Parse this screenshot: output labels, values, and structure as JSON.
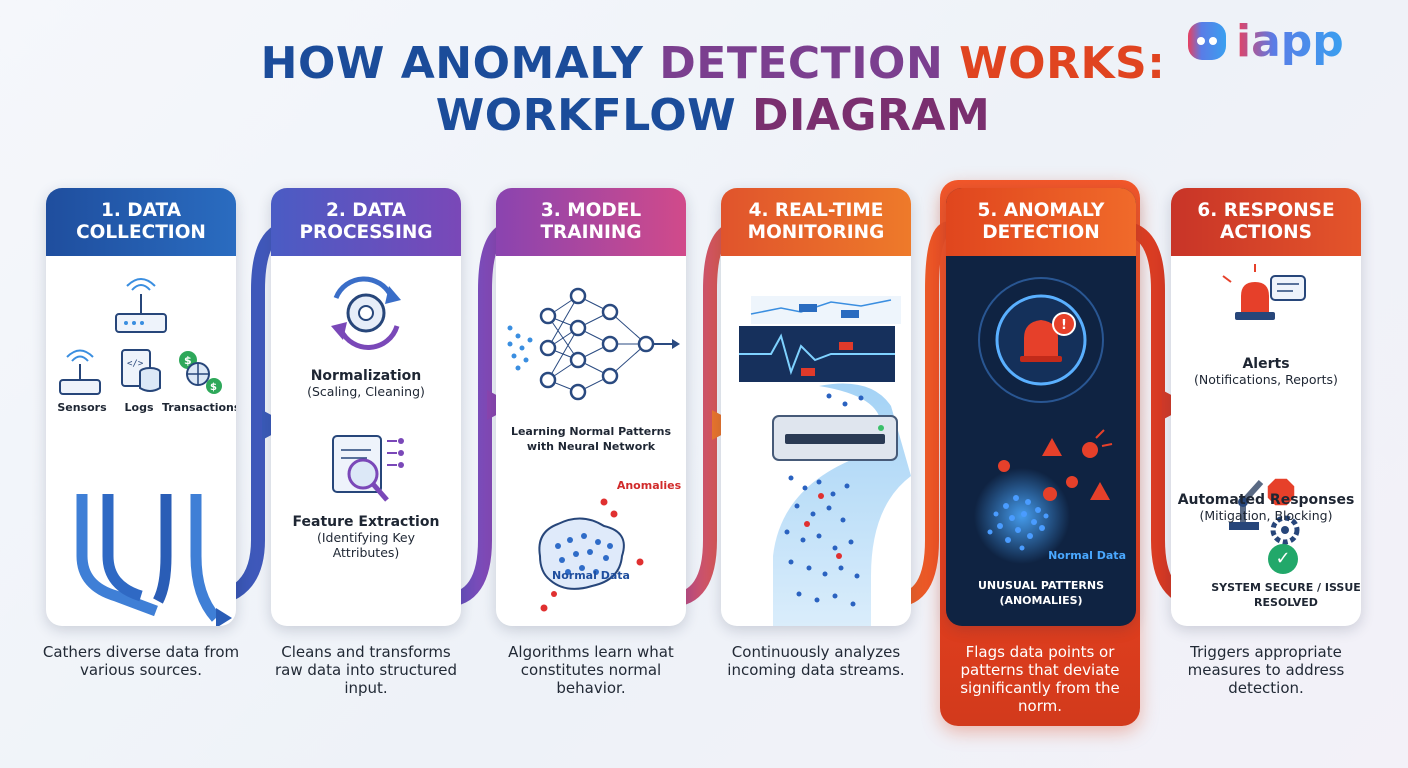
{
  "title": {
    "part1": "HOW ANOMALY",
    "part2": "DETECTION",
    "part3": "WORKS:",
    "part4": "WORKFLOW",
    "part5": "DIAGRAM"
  },
  "logo": {
    "text": "iapp"
  },
  "steps": [
    {
      "title": "1. DATA COLLECTION",
      "sources": [
        "Sensors",
        "Logs",
        "Transactions"
      ],
      "description": "Cathers diverse data from various sources."
    },
    {
      "title": "2. DATA PROCESSING",
      "item1": {
        "label": "Normalization",
        "sub": "(Scaling, Cleaning)"
      },
      "item2": {
        "label": "Feature Extraction",
        "sub": "(Identifying Key Attributes)"
      },
      "description": "Cleans and transforms raw data into structured input."
    },
    {
      "title": "3. MODEL TRAINING",
      "caption": "Learning Normal Patterns with Neural Network",
      "anomalies_label": "Anomalies",
      "normal_label": "Normal Data",
      "description": "Algorithms learn what constitutes normal behavior."
    },
    {
      "title": "4. REAL-TIME MONITORING",
      "description": "Continuously analyzes incoming data streams."
    },
    {
      "title": "5. ANOMALY DETECTION",
      "normal_label": "Normal Data",
      "caption": "UNUSUAL PATTERNS (ANOMALIES)",
      "description": "Flags data points or patterns that deviate significantly from the norm."
    },
    {
      "title": "6. RESPONSE ACTIONS",
      "item1": {
        "label": "Alerts",
        "sub": "(Notifications, Reports)"
      },
      "item2": {
        "label": "Automated Responses",
        "sub": "(Mitigation, Blocking)"
      },
      "stop_sign": "STOP",
      "final": "SYSTEM SECURE / ISSUE RESOLVED",
      "description": "Triggers appropriate measures to address detection."
    }
  ],
  "colors": {
    "blue": "#1f4e9e",
    "purple": "#7a48b8",
    "magenta": "#c0468f",
    "orange": "#ee6a2a",
    "red": "#e0401f",
    "anomaly_red": "#e03030"
  }
}
